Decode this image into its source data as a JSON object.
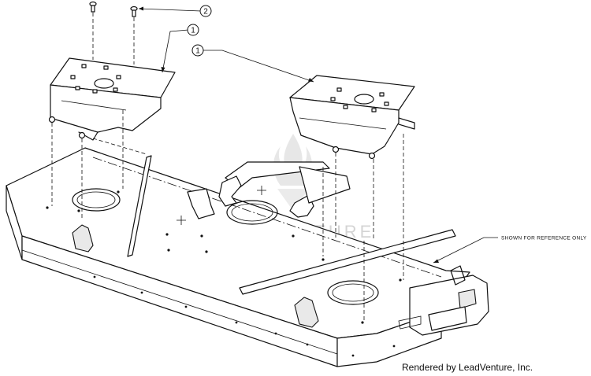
{
  "callouts": [
    {
      "label": "2"
    },
    {
      "label": "1"
    },
    {
      "label": "1"
    }
  ],
  "note": "SHOWN FOR REFERENCE ONLY",
  "watermark": "LEADVENTURE",
  "credit": "Rendered by LeadVenture, Inc."
}
